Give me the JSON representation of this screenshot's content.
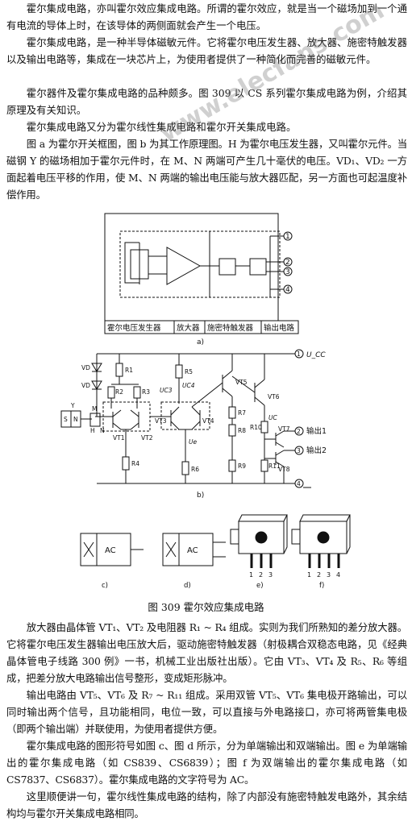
{
  "paragraphs": {
    "p1": "霍尔集成电路，亦叫霍尔效应集成电路。所谓的霍尔效应，就是当一个磁场加到一个通有电流的导体上时，在该导体的两侧面就会产生一个电压。",
    "p2": "霍尔集成电路，是一种半导体磁敏元件。它将霍尔电压发生器、放大器、施密特触发器以及输出电路等，集成在一块芯片上，为使用者提供了一种简化而完善的磁敏元件。",
    "p3": "霍尔器件及霍尔集成电路的品种颇多。图 309 以 CS 系列霍尔集成电路为例，介绍其原理及有关知识。",
    "p4": "霍尔集成电路又分为霍尔线性集成电路和霍尔开关集成电路。",
    "p5": "图 a 为霍尔开关框图，图 b 为其工作原理图。H 为霍尔电压发生器，又叫霍尔元件。当磁钢 Y 的磁场相加于霍尔元件时，在 M、N 两端可产生几十毫伏的电压。VD₁、VD₂ 一方面起着电压平移的作用，使 M、N 两端的输出电压能与放大器匹配，另一方面也可起温度补偿作用。",
    "p6": "放大器由晶体管 VT₁、VT₂ 及电阻器 R₁ ~ R₄ 组成。实则为我们所熟知的差分放大器。它将霍尔电压发生器输出电压放大后，驱动施密特触发器（射极耦合双稳态电路，见《经典晶体管电子线路 300 例》一书，机械工业出版社出版）。它由 VT₃、VT₄ 及 R₅、R₆ 等组成，把差分放大电路输出信号整形，变成矩形脉冲。",
    "p7": "输出电路由 VT₅、VT₆ 及 R₇ ~ R₁₁ 组成。采用双管 VT₅、VT₆ 集电极开路输出，可以同时输出两个信号，且功能相同，电位一致，可以直接与外电路接口，亦可将两管集电极（即两个输出端）并联使用，为使用者提供方便。",
    "p8": "霍尔集成电路的图形符号如图 c、图 d 所示，分为单端输出和双端输出。图 e 为单端输出的霍尔集成电路（如 CS839、CS6839）；图 f 为双端输出的霍尔集成电路（如 CS7837、CS6837）。霍尔集成电路的文字符号为 AC。",
    "p9": "这里顺便讲一句，霍尔线性集成电路的结构，除了内部没有施密特触发电路外，其余结构均与霍尔开关集成电路相同。"
  },
  "figure": {
    "caption": "图 309   霍尔效应集成电路",
    "watermark": "www.elecfans.com",
    "block_labels": [
      "霍尔电压发生器",
      "放大器",
      "施密特触发器",
      "输出电路"
    ],
    "pins_a": [
      "1",
      "2",
      "3",
      "4"
    ],
    "sub_a": "a)",
    "sub_b": "b)",
    "sub_c": "c)",
    "sub_d": "d)",
    "sub_e": "e)",
    "sub_f": "f)",
    "ucc": "U_CC",
    "out1": "输出1",
    "out2": "输出2",
    "ac": "AC",
    "pins_e": [
      "1",
      "2",
      "3"
    ],
    "pins_f": [
      "1",
      "2",
      "3",
      "4"
    ],
    "b_labels": {
      "vd1": "VD",
      "vd2": "VD",
      "r1": "R1",
      "r2": "R2",
      "r3": "R3",
      "r4": "R4",
      "r5": "R5",
      "r6": "R6",
      "r7": "R7",
      "r8": "R8",
      "r9": "R9",
      "r10": "R10",
      "r11": "R11",
      "vt1": "VT1",
      "vt2": "VT2",
      "vt3": "VT3",
      "vt4": "VT4",
      "vt5": "VT5",
      "vt6": "VT6",
      "vt7": "VT7",
      "vt8": "VT8",
      "uc3": "UC3",
      "uc4": "UC4",
      "ue": "Ue",
      "uc": "UC",
      "y": "Y",
      "s": "S",
      "n": "N",
      "m": "M",
      "h": "H",
      "n2": "N",
      "pin1": "1",
      "pin2": "2",
      "pin3": "3",
      "pin4": "4"
    }
  }
}
